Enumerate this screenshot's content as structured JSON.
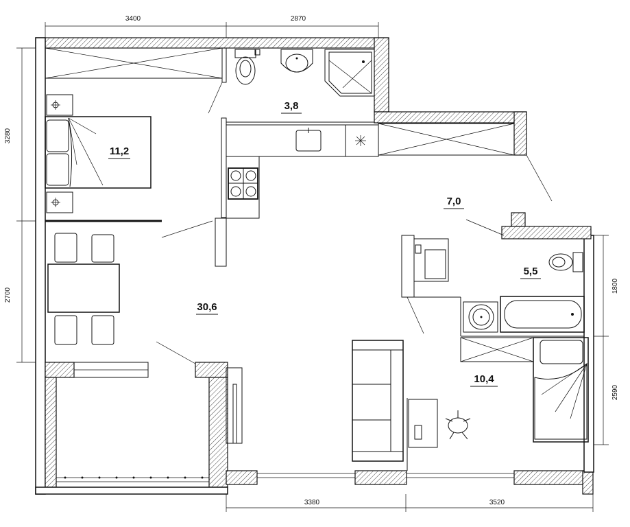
{
  "dimensions": {
    "top_left": "3400",
    "top_right": "2870",
    "left_top": "3280",
    "left_bottom": "2700",
    "right_top": "1800",
    "right_bottom": "2590",
    "bottom_left": "3380",
    "bottom_right": "3520"
  },
  "rooms": {
    "bedroom": "11,2",
    "bathroom_top": "3,8",
    "hall": "7,0",
    "bathroom_right": "5,5",
    "living": "30,6",
    "bedroom_2": "10,4"
  }
}
